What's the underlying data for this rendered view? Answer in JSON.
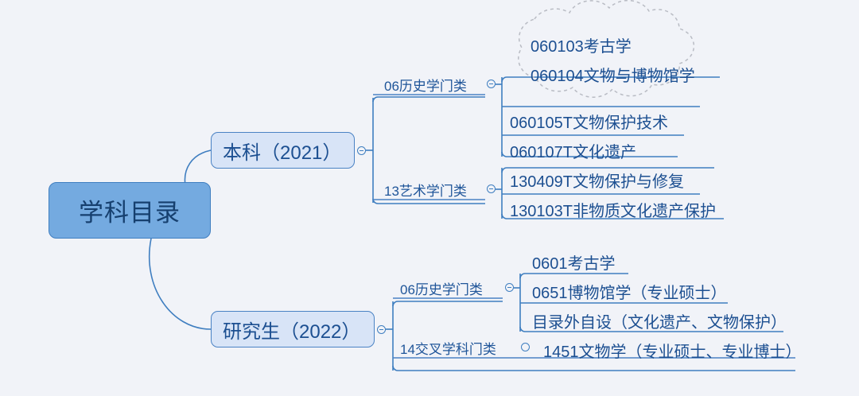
{
  "diagram": {
    "type": "mindmap",
    "title": "学科目录",
    "background_color": "#f1f3f8",
    "root": {
      "label": "学科目录",
      "fill": "#74aae0",
      "stroke": "#3f7ec0"
    },
    "branches": [
      {
        "label": "本科（2021）",
        "fill": "#d8e4f7",
        "stroke": "#4a82c4",
        "categories": [
          {
            "label": "06历史学门类",
            "handle": "collapse-handle",
            "cloud_group": {
              "style": "dashed-cloud",
              "stroke": "#b9bcc4",
              "items": [
                "060103考古学",
                "060104文物与博物馆学"
              ]
            },
            "items": [
              "060105T文物保护技术",
              "060107T文化遗产"
            ]
          },
          {
            "label": "13艺术学门类",
            "handle": "collapse-handle",
            "items": [
              "130409T文物保护与修复",
              "130103T非物质文化遗产保护"
            ]
          }
        ]
      },
      {
        "label": "研究生（2022）",
        "fill": "#d8e4f7",
        "stroke": "#4a82c4",
        "categories": [
          {
            "label": "06历史学门类",
            "handle": "collapse-handle",
            "items": [
              "0601考古学",
              "0651博物馆学（专业硕士）",
              "目录外自设（文化遗产、文物保护）"
            ]
          },
          {
            "label": "14交叉学科门类",
            "handle": "expand-handle",
            "items": [
              "1451文物学（专业硕士、专业博士）"
            ]
          }
        ]
      }
    ]
  }
}
